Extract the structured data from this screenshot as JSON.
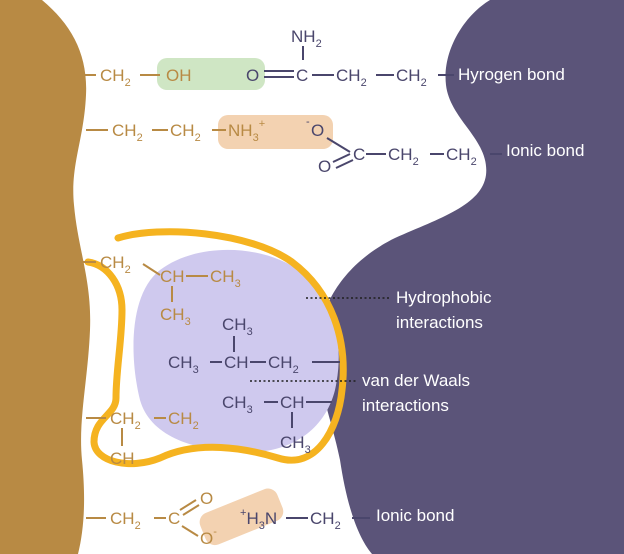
{
  "colors": {
    "left_protein": "#b88a44",
    "right_protein": "#5b5479",
    "hydrophobic_pocket": "#cfc9ee",
    "boundary": "#f5b320",
    "hydrogen_highlight": "#cfe6c4",
    "ionic_highlight": "#f3d2b1"
  },
  "labels": {
    "hydrogen_bond": "Hyrogen bond",
    "ionic_bond_top": "Ionic bond",
    "hydrophobic_line1": "Hydrophobic",
    "hydrophobic_line2": "interactions",
    "vdw_line1": "van der Waals",
    "vdw_line2": "interactions",
    "ionic_bond_bottom": "Ionic bond"
  },
  "chem": {
    "ch": "CH",
    "ch2_sub": "2",
    "ch3_sub": "3",
    "oh": "OH",
    "o": "O",
    "c": "C",
    "n": "N",
    "nh": "NH",
    "nh2_sub": "2",
    "nh3_sub": "3",
    "plus": "+",
    "minus": "-",
    "h": "H"
  }
}
